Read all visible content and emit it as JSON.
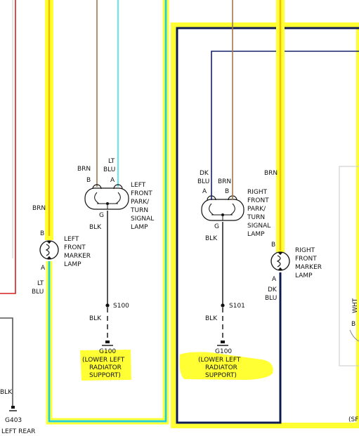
{
  "colors": {
    "highlight_yellow": "#ffff33",
    "wire_yellow": "#ffd800",
    "wire_cyan": "#33e6f0",
    "wire_brown": "#a0784a",
    "wire_darkblue": "#13226a",
    "wire_black": "#222222",
    "wire_gray": "#555555",
    "wire_red": "#d42020",
    "frame_gray": "#c8c8c8"
  },
  "left_section": {
    "marker_lamp": {
      "wire_top": "BRN",
      "pin_top": "B",
      "pin_bottom": "A",
      "wire_bottom_1": "LT",
      "wire_bottom_2": "BLU",
      "name": [
        "LEFT",
        "FRONT",
        "MARKER",
        "LAMP"
      ]
    },
    "park_lamp": {
      "wire_brn": "BRN",
      "wire_ltblu_1": "LT",
      "wire_ltblu_2": "BLU",
      "pin_b": "B",
      "pin_a": "A",
      "pin_g": "G",
      "name": [
        "LEFT",
        "FRONT",
        "PARK/",
        "TURN",
        "SIGNAL",
        "LAMP"
      ]
    },
    "ground_wire": "BLK",
    "splice": "S100",
    "ground_wire_2": "BLK",
    "ground": "G100",
    "ground_location": [
      "(LOWER LEFT",
      "RADIATOR",
      "SUPPORT)"
    ]
  },
  "right_section": {
    "park_lamp": {
      "wire_dkblu_1": "DK",
      "wire_dkblu_2": "BLU",
      "wire_brn": "BRN",
      "pin_a": "A",
      "pin_b": "B",
      "pin_g": "G",
      "name": [
        "RIGHT",
        "FRONT",
        "PARK/",
        "TURN",
        "SIGNAL",
        "LAMP"
      ]
    },
    "ground_wire": "BLK",
    "splice": "S101",
    "ground_wire_2": "BLK",
    "ground": "G100",
    "ground_location": [
      "(LOWER LEFT",
      "RADIATOR",
      "SUPPORT)"
    ],
    "marker_lamp": {
      "wire_top": "BRN",
      "pin_top": "B",
      "pin_bottom": "A",
      "wire_bottom_1": "DK",
      "wire_bottom_2": "BLU",
      "name": [
        "RIGHT",
        "FRONT",
        "MARKER",
        "LAMP"
      ]
    }
  },
  "far_left": {
    "wire": "BLK",
    "ground": "G403",
    "ground_location": "LEFT REAR"
  },
  "far_right": {
    "wire_color": "WHT",
    "pin": "B",
    "cut_text": "(SF"
  }
}
